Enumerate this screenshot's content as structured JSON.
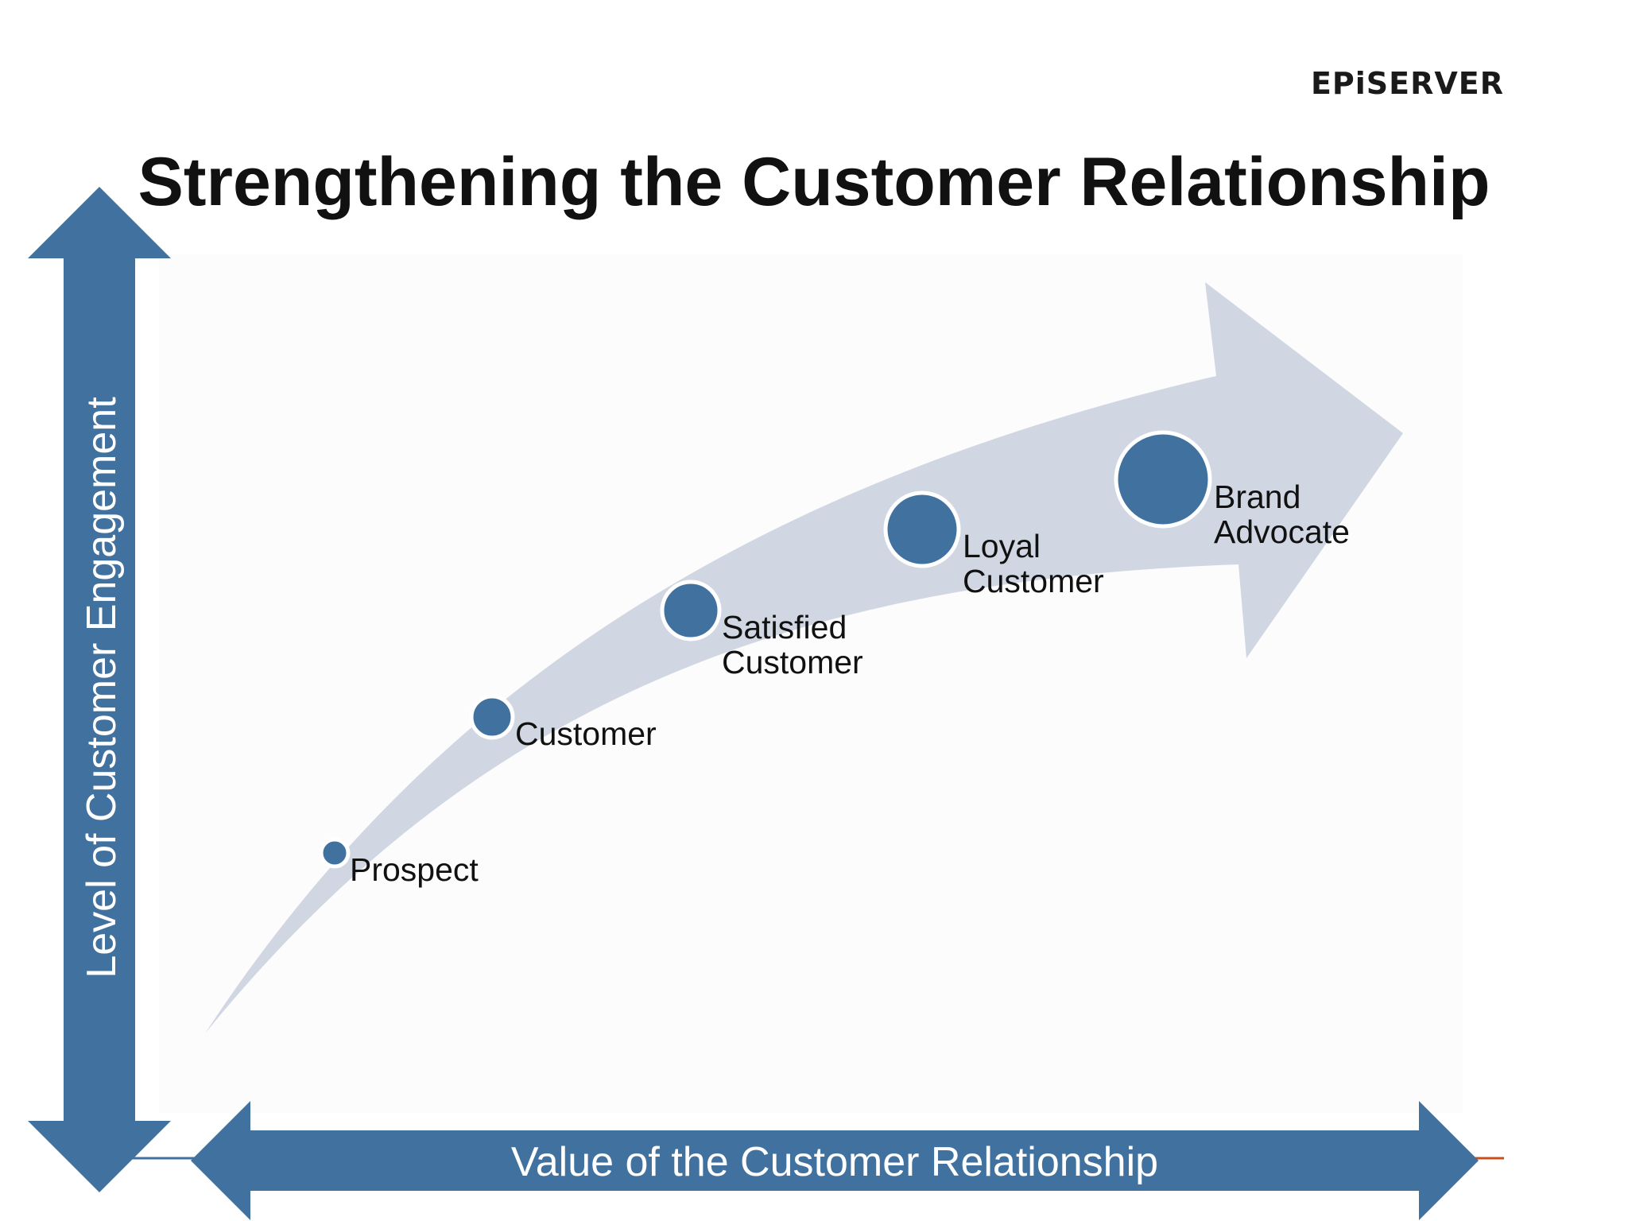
{
  "title": "Strengthening the Customer Relationship",
  "logo": "EPiSERVER",
  "y_axis": {
    "label": "Level of Customer Engagement"
  },
  "x_axis": {
    "label": "Value of the Customer Relationship"
  },
  "colors": {
    "axis_fill": "#41729f",
    "curve_arrow": "#d0d7e2",
    "node_fill": "#41729f",
    "node_stroke": "#ffffff",
    "accent_line": "#c8501e"
  },
  "stages": [
    {
      "line1": "Prospect",
      "line2": ""
    },
    {
      "line1": "Customer",
      "line2": ""
    },
    {
      "line1": "Satisfied",
      "line2": "Customer"
    },
    {
      "line1": "Loyal",
      "line2": "Customer"
    },
    {
      "line1": "Brand",
      "line2": "Advocate"
    }
  ]
}
